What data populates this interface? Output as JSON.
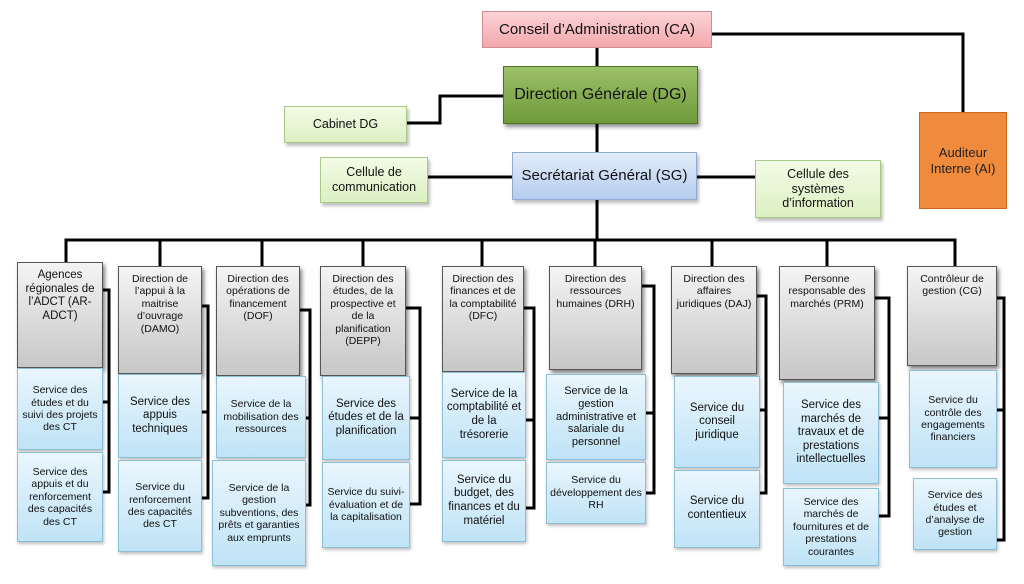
{
  "top": {
    "ca": "Conseil d’Administration (CA)",
    "dg": "Direction Générale (DG)",
    "cabinet": "Cabinet DG",
    "sg": "Secrétariat Général (SG)",
    "cellule_comm": "Cellule de communication",
    "cellule_si": "Cellule des systèmes d’information",
    "auditeur": "Auditeur Interne (AI)"
  },
  "directions": [
    {
      "name": "Agences régionales de l’ADCT (AR-ADCT)",
      "services": [
        "Service des études et du suivi des projets des CT",
        "Service des appuis et du renforcement des capacités des CT"
      ]
    },
    {
      "name": "Direction de l’appui à la maitrise d’ouvrage (DAMO)",
      "services": [
        "Service des appuis techniques",
        "Service du renforcement des capacités des CT"
      ]
    },
    {
      "name": "Direction des opérations de financement (DOF)",
      "services": [
        "Service de la mobilisation des ressources",
        "Service de la gestion subventions, des prêts et garanties aux emprunts"
      ]
    },
    {
      "name": "Direction des études, de la prospective et de la planification (DEPP)",
      "services": [
        "Service des études et de la planification",
        "Service du suivi-évaluation et de la capitalisation"
      ]
    },
    {
      "name": "Direction des finances et de la comptabilité (DFC)",
      "services": [
        "Service de la comptabilité et de la trésorerie",
        "Service du budget, des finances et du matériel"
      ]
    },
    {
      "name": "Direction des ressources humaines (DRH)",
      "services": [
        "Service de la gestion administrative et salariale du personnel",
        "Service du développement des RH"
      ]
    },
    {
      "name": "Direction des affaires juridiques (DAJ)",
      "services": [
        "Service du conseil juridique",
        "Service du contentieux"
      ]
    },
    {
      "name": "Personne responsable des marchés (PRM)",
      "services": [
        "Service des marchés de travaux et de prestations intellectuelles",
        "Service des marchés de fournitures et de prestations courantes"
      ]
    },
    {
      "name": "Contrôleur de gestion (CG)",
      "services": [
        "Service du contrôle des engagements financiers",
        "Service des études et d’analyse de gestion"
      ]
    }
  ]
}
